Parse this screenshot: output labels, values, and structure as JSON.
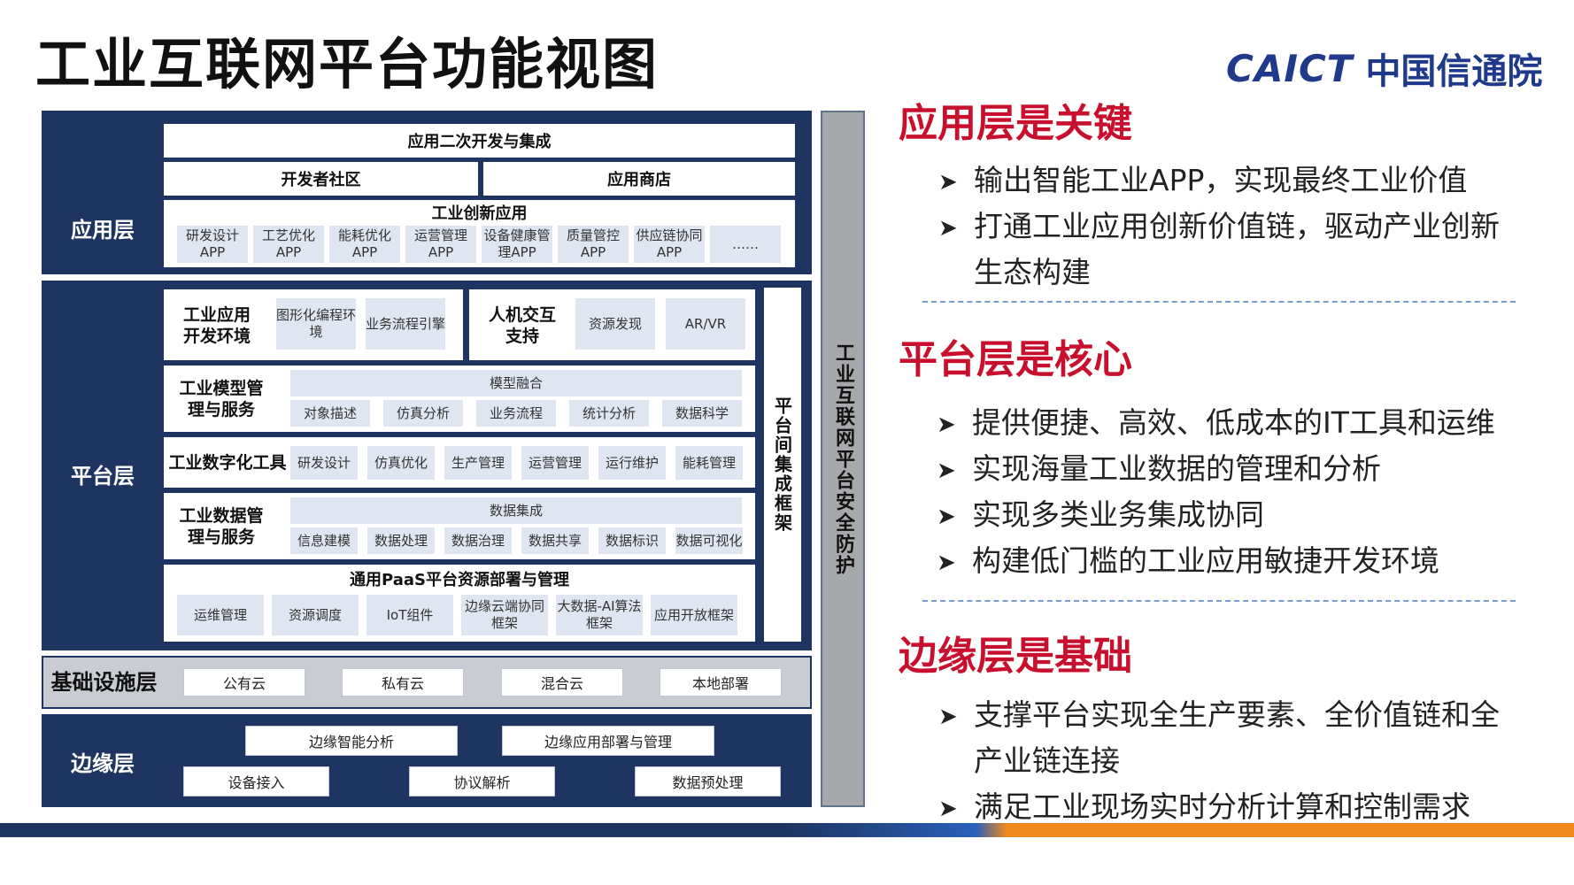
{
  "title": "工业互联网平台功能视图",
  "logo": {
    "en": "CAICT",
    "cn": "中国信通院"
  },
  "colors": {
    "navy": "#1e3561",
    "chip": "#dfe6f2",
    "red": "#c8102e",
    "bar_orange": "#f08a1c",
    "bar_blue": "#1e3561"
  },
  "diagram": {
    "app_layer": {
      "label": "应用层",
      "secondary_dev": "应用二次开发与集成",
      "dev_community": "开发者社区",
      "app_store": "应用商店",
      "innovation_title": "工业创新应用",
      "apps": [
        "研发设计APP",
        "工艺优化APP",
        "能耗优化APP",
        "运营管理APP",
        "设备健康管理APP",
        "质量管控APP",
        "供应链协同APP",
        "……"
      ]
    },
    "platform_layer": {
      "label": "平台层",
      "side_framework": "平台间集成框架",
      "dev_env": {
        "label": "工业应用开发环境",
        "items": [
          "图形化编程环境",
          "业务流程引擎"
        ]
      },
      "hci": {
        "label": "人机交互支持",
        "items": [
          "资源发现",
          "AR/VR"
        ]
      },
      "model": {
        "label": "工业模型管理与服务",
        "header": "模型融合",
        "items": [
          "对象描述",
          "仿真分析",
          "业务流程",
          "统计分析",
          "数据科学"
        ]
      },
      "digital_tools": {
        "label": "工业数字化工具",
        "items": [
          "研发设计",
          "仿真优化",
          "生产管理",
          "运营管理",
          "运行维护",
          "能耗管理"
        ]
      },
      "data": {
        "label": "工业数据管理与服务",
        "header": "数据集成",
        "items": [
          "信息建模",
          "数据处理",
          "数据治理",
          "数据共享",
          "数据标识",
          "数据可视化"
        ]
      },
      "paas": {
        "label": "通用PaaS平台资源部署与管理",
        "items": [
          "运维管理",
          "资源调度",
          "IoT组件",
          "边缘云端协同框架",
          "大数据-AI算法框架",
          "应用开放框架"
        ]
      }
    },
    "infra_layer": {
      "label": "基础设施层",
      "items": [
        "公有云",
        "私有云",
        "混合云",
        "本地部署"
      ]
    },
    "edge_layer": {
      "label": "边缘层",
      "top_items": [
        "边缘智能分析",
        "边缘应用部署与管理"
      ],
      "bottom_items": [
        "设备接入",
        "协议解析",
        "数据预处理"
      ]
    },
    "security_bar": "工业互联网平台安全防护"
  },
  "sections": [
    {
      "heading": "应用层是关键",
      "bullets": [
        "输出智能工业APP，实现最终工业价值",
        "打通工业应用创新价值链，驱动产业创新生态构建"
      ]
    },
    {
      "heading": "平台层是核心",
      "bullets": [
        "提供便捷、高效、低成本的IT工具和运维",
        "实现海量工业数据的管理和分析",
        "实现多类业务集成协同",
        "构建低门槛的工业应用敏捷开发环境"
      ]
    },
    {
      "heading": "边缘层是基础",
      "bullets": [
        "支撑平台实现全生产要素、全价值链和全产业链连接",
        "满足工业现场实时分析计算和控制需求"
      ]
    }
  ]
}
